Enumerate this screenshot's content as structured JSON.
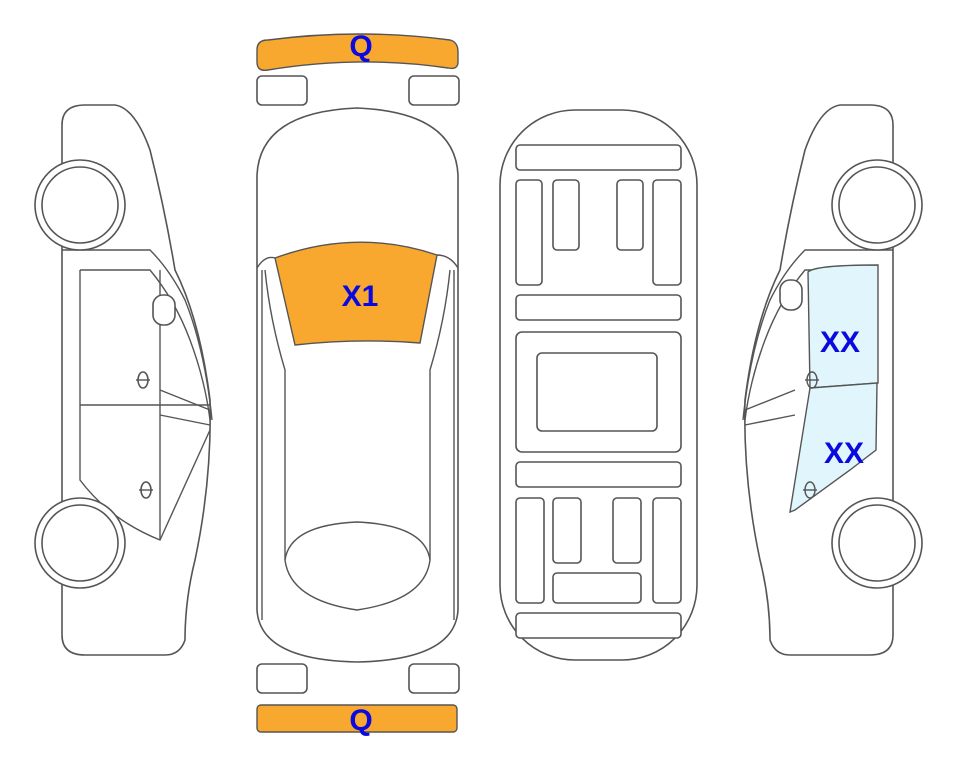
{
  "colors": {
    "damage_orange": "#F9A82F",
    "damage_blue": "#E0F6FC",
    "label": "#0A0AE0",
    "outline": "#555555"
  },
  "labels": {
    "front_bumper": "Q",
    "windshield": "X1",
    "right_front_door": "XX",
    "right_rear_door": "XX",
    "rear_bumper": "Q"
  }
}
